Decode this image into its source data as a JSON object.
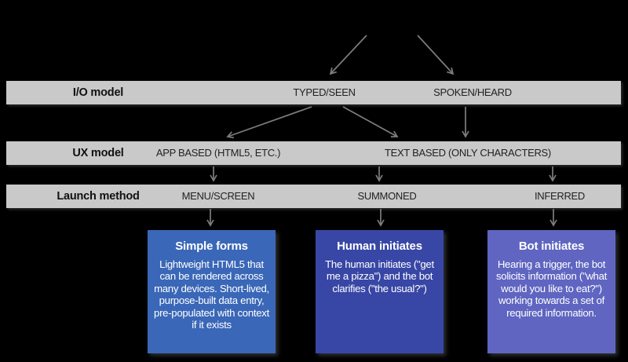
{
  "colors": {
    "background": "#000000",
    "bar": "#c9c9c9",
    "bar_text": "#222222",
    "arrow": "#7d7d7d",
    "box_text": "#ffffff"
  },
  "rows": [
    {
      "label": "I/O model",
      "options": [
        "TYPED/SEEN",
        "SPOKEN/HEARD"
      ]
    },
    {
      "label": "UX model",
      "options": [
        "APP BASED (HTML5, ETC.)",
        "TEXT BASED (ONLY CHARACTERS)"
      ]
    },
    {
      "label": "Launch method",
      "options": [
        "MENU/SCREEN",
        "SUMMONED",
        "INFERRED"
      ]
    }
  ],
  "outcomes": [
    {
      "title": "Simple forms",
      "body": "Lightweight HTML5 that can be rendered across many devices. Short-lived, purpose-built data entry, pre-populated with context if it exists",
      "color": "#3a67b7"
    },
    {
      "title": "Human initiates",
      "body": "The human initiates (\"get me a pizza\") and the bot clarifies (\"the usual?\")",
      "color": "#3847a5"
    },
    {
      "title": "Bot initiates",
      "body": "Hearing a trigger, the bot solicits information (\"what would you like to eat?\") working towards a set of required information.",
      "color": "#5f65c0"
    }
  ]
}
